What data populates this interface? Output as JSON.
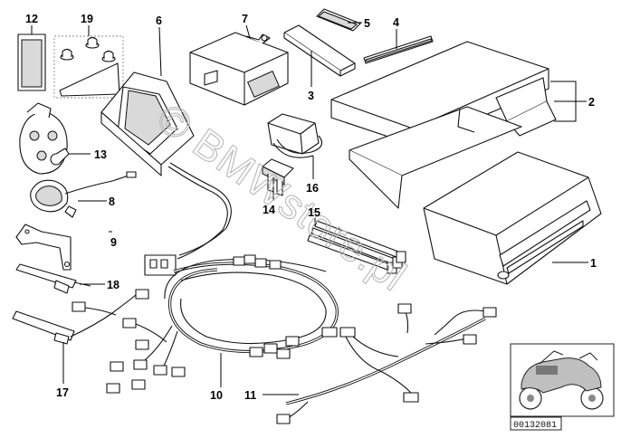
{
  "diagram": {
    "callouts": [
      {
        "id": "1",
        "text": "1"
      },
      {
        "id": "2",
        "text": "2"
      },
      {
        "id": "3",
        "text": "3"
      },
      {
        "id": "4",
        "text": "4"
      },
      {
        "id": "5",
        "text": "5"
      },
      {
        "id": "6",
        "text": "6"
      },
      {
        "id": "7",
        "text": "7"
      },
      {
        "id": "8",
        "text": "8"
      },
      {
        "id": "9",
        "text": "9"
      },
      {
        "id": "10",
        "text": "10"
      },
      {
        "id": "11",
        "text": "11"
      },
      {
        "id": "12",
        "text": "12"
      },
      {
        "id": "13",
        "text": "13"
      },
      {
        "id": "14",
        "text": "14"
      },
      {
        "id": "15",
        "text": "15"
      },
      {
        "id": "16",
        "text": "16"
      },
      {
        "id": "17",
        "text": "17"
      },
      {
        "id": "18",
        "text": "18"
      },
      {
        "id": "19",
        "text": "19"
      }
    ],
    "watermark": "© BMWstore.pl",
    "reference_number": "00132081"
  }
}
